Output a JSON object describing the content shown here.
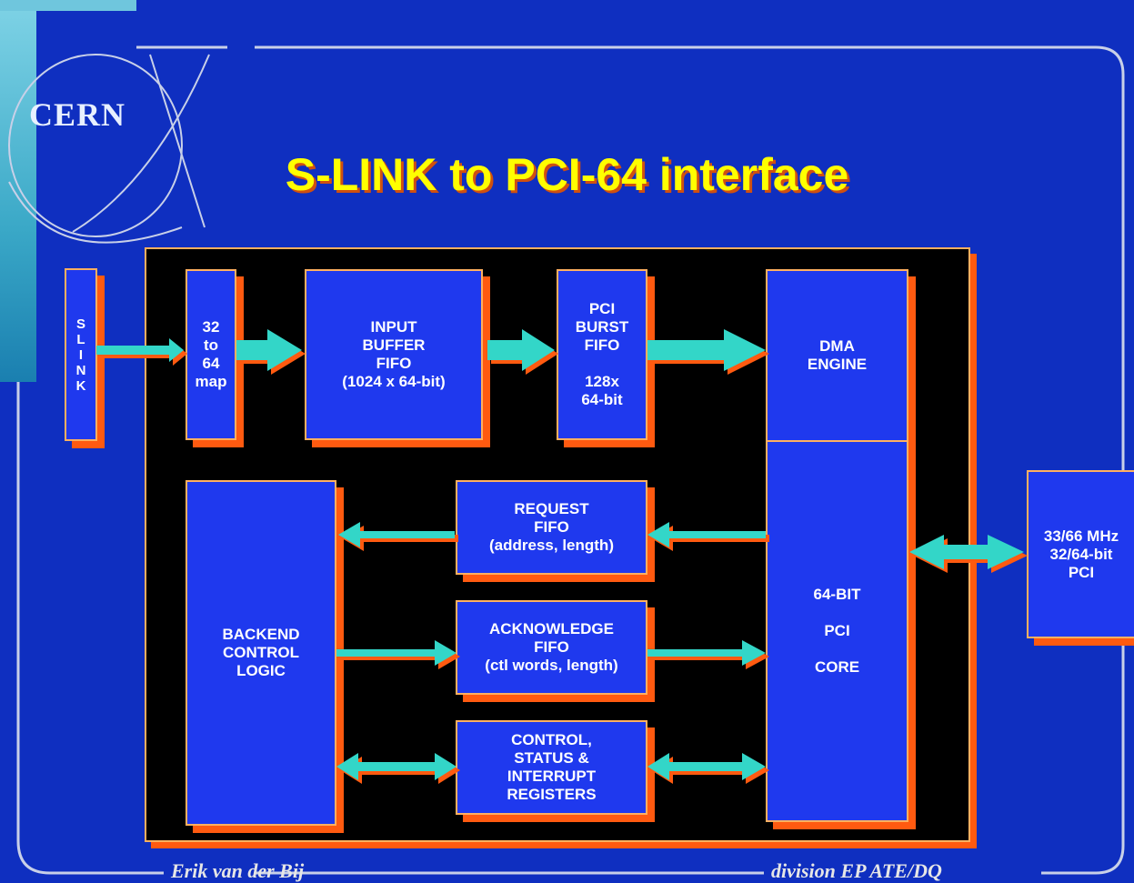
{
  "logo": "CERN",
  "title": "S-LINK to PCI-64 interface",
  "blocks": {
    "slink": "S\nL\nI\nN\nK",
    "map": "32\nto\n64\nmap",
    "input_fifo": "INPUT\nBUFFER\nFIFO\n(1024 x 64-bit)",
    "burst_fifo": "PCI\nBURST\nFIFO\n\n128x\n64-bit",
    "dma": "DMA\nENGINE",
    "pci_core": "64-BIT\n\nPCI\n\nCORE",
    "backend": "BACKEND\nCONTROL\nLOGIC",
    "request_fifo": "REQUEST\nFIFO\n(address, length)",
    "ack_fifo": "ACKNOWLEDGE\nFIFO\n(ctl words, length)",
    "registers": "CONTROL,\nSTATUS &\nINTERRUPT\nREGISTERS",
    "pci_bus": "33/66 MHz\n32/64-bit\nPCI"
  },
  "footer": {
    "author": "Erik van der Bij",
    "division": "division EP  ATE/DQ"
  },
  "colors": {
    "background": "#0f2fc0",
    "block": "#1f39ee",
    "shadow": "#ff5a10",
    "arrow": "#33d6c8",
    "title": "#ffff00"
  }
}
